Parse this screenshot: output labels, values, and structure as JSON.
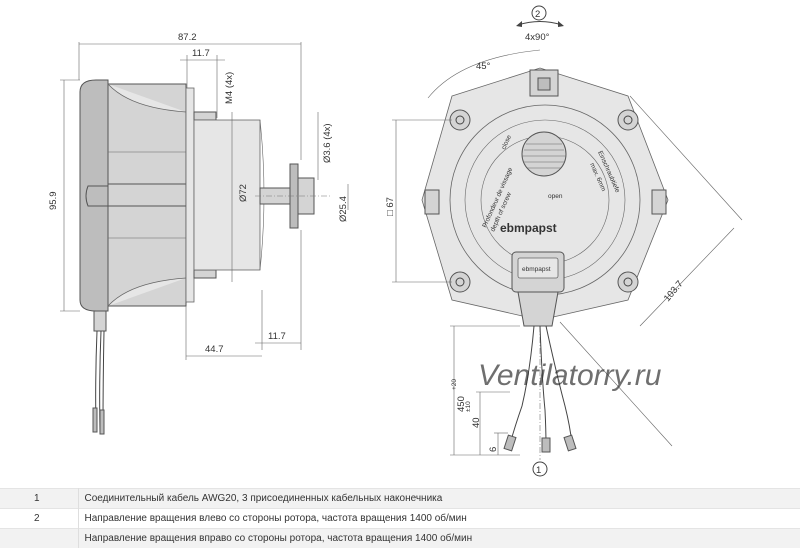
{
  "drawing": {
    "side_view": {
      "dim_width_total": "87.2",
      "dim_flange_top": "11.7",
      "dim_thread": "M4 (4x)",
      "dim_height": "95.9",
      "dim_body_dia": "Ø72",
      "dim_hole_dia": "Ø3.6 (4x)",
      "dim_shaft_dia": "Ø25.4",
      "dim_flange_bottom": "11.7",
      "dim_depth": "44.7"
    },
    "front_view": {
      "rotation_marker": "2",
      "rotation_steps": "4x90°",
      "angle": "45°",
      "square_size": "□ 67",
      "diagonal": "103.7",
      "cable_length": "450",
      "cable_length_tol": "+20",
      "strip_length": "40",
      "strip_length_tol": "±10",
      "end_length": "6",
      "cable_marker": "1",
      "label_open": "open",
      "label_close": "close",
      "label_screw_left_1": "Profondeur de vissage",
      "label_screw_left_2": "depth of screw",
      "label_screw_right_1": "Einschraubtiefe",
      "label_screw_right_2": "max. 6mm",
      "logo_main": "ebmpapst",
      "logo_connector": "ebmpapst"
    },
    "watermark": "Ventilatorry.ru"
  },
  "legend": [
    {
      "num": "1",
      "text": "Соединительный кабель AWG20, 3 присоединенных кабельных наконечника"
    },
    {
      "num": "2",
      "text": "Направление вращения влево со стороны ротора, частота вращения 1400 об/мин"
    },
    {
      "num": "",
      "text": "Направление вращения вправо со стороны ротора, частота вращения 1400 об/мин"
    }
  ]
}
